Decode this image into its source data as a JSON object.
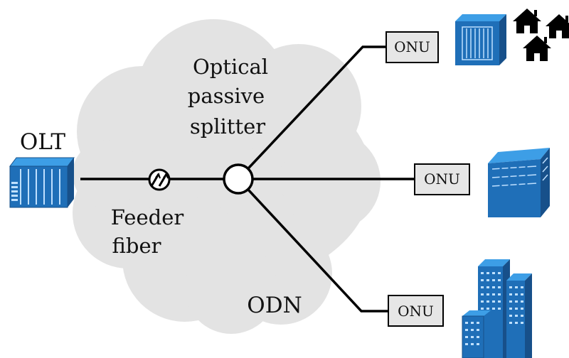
{
  "labels": {
    "olt": "OLT",
    "splitter_line1": "Optical",
    "splitter_line2": "passive",
    "splitter_line3": "splitter",
    "feeder_line1": "Feeder",
    "feeder_line2": "fiber",
    "odn": "ODN"
  },
  "onus": [
    {
      "label": "ONU",
      "serves": "homes"
    },
    {
      "label": "ONU",
      "serves": "office-building"
    },
    {
      "label": "ONU",
      "serves": "skyscrapers"
    }
  ],
  "colors": {
    "cloud": "#e3e3e3",
    "device_blue": "#1f6fb8",
    "device_blue_dark": "#17508a",
    "onu_fill": "#e6e6e6",
    "line": "#000000",
    "house": "#000000"
  },
  "icons": {
    "olt": "olt-rack-icon",
    "coupler": "fiber-coupler-icon",
    "splitter": "splitter-node-icon",
    "homes": "house-icon",
    "cabinet": "cabinet-icon",
    "office": "office-building-icon",
    "towers": "skyscraper-icon"
  }
}
